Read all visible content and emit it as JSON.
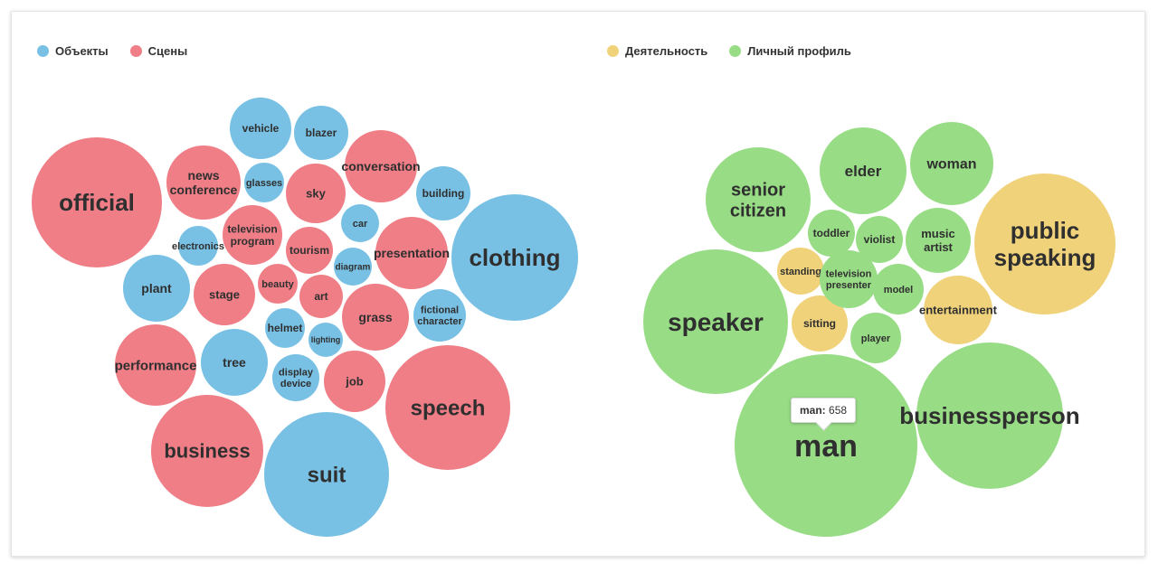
{
  "colors": {
    "objects": "#78c0e4",
    "scenes": "#ef7e87",
    "activity": "#f0d27a",
    "profile": "#98dc86"
  },
  "legend_left": [
    {
      "label": "Объекты",
      "color": "#78c0e4"
    },
    {
      "label": "Сцены",
      "color": "#ef7e87"
    }
  ],
  "legend_right": [
    {
      "label": "Деятельность",
      "color": "#f0d27a"
    },
    {
      "label": "Личный профиль",
      "color": "#98dc86"
    }
  ],
  "tooltip": {
    "label": "man:",
    "value": "658"
  },
  "chart_data": [
    {
      "type": "bubble",
      "series": [
        {
          "name": "Объекты",
          "points": [
            "vehicle",
            "blazer",
            "glasses",
            "building",
            "car",
            "electronics",
            "diagram",
            "clothing",
            "plant",
            "helmet",
            "lighting",
            "fictional character",
            "tree",
            "display device",
            "suit"
          ]
        },
        {
          "name": "Сцены",
          "points": [
            "official",
            "news conference",
            "conversation",
            "sky",
            "television program",
            "tourism",
            "presentation",
            "stage",
            "beauty",
            "art",
            "grass",
            "performance",
            "job",
            "speech",
            "business"
          ]
        }
      ]
    },
    {
      "type": "bubble",
      "series": [
        {
          "name": "Деятельность",
          "points": [
            "public speaking",
            "standing",
            "sitting",
            "entertainment"
          ]
        },
        {
          "name": "Личный профиль",
          "points": [
            "senior citizen",
            "elder",
            "woman",
            "toddler",
            "violist",
            "music artist",
            "television presenter",
            "model",
            "speaker",
            "player",
            "man",
            "businessperson"
          ]
        }
      ],
      "highlighted": {
        "label": "man",
        "value": 658
      }
    }
  ]
}
